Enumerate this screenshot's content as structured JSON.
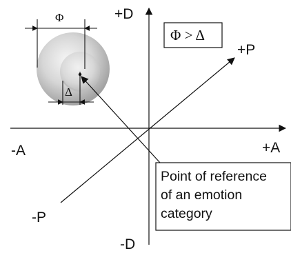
{
  "axes": {
    "d_positive": "+D",
    "d_negative": "-D",
    "a_positive": "+A",
    "a_negative": "-A",
    "p_positive": "+P",
    "p_negative": "-P"
  },
  "symbols": {
    "phi": "Φ",
    "delta": "Δ"
  },
  "condition_box": {
    "text": "Φ > Δ"
  },
  "reference_box": {
    "lines": [
      "Point of reference",
      "of an emotion",
      "category"
    ]
  },
  "colors": {
    "ink": "#111111",
    "sphere_light": "#f4f4f4",
    "sphere_mid": "#d2d2d2",
    "sphere_dark": "#9c9c9c"
  }
}
